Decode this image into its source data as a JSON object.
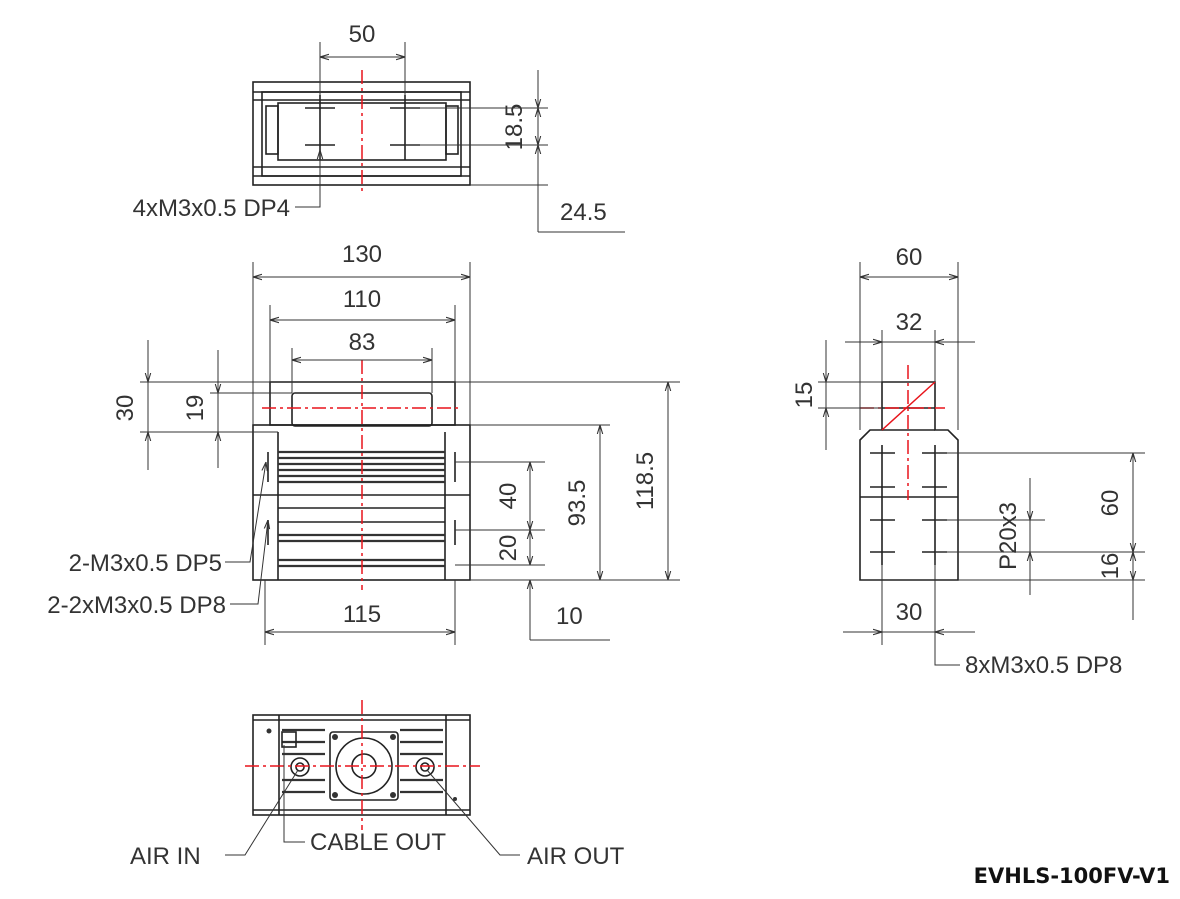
{
  "title": "EVHLS-100FV-V1",
  "top_view": {
    "dim_width": "50",
    "dim_height": "18.5",
    "dim_depth": "24.5",
    "hole_label": "4xM3x0.5 DP4"
  },
  "front_view": {
    "dim_130": "130",
    "dim_110": "110",
    "dim_83": "83",
    "dim_30": "30",
    "dim_19": "19",
    "dim_40": "40",
    "dim_20": "20",
    "dim_93_5": "93.5",
    "dim_118_5": "118.5",
    "dim_10": "10",
    "dim_115": "115",
    "hole_label_1": "2-M3x0.5 DP5",
    "hole_label_2": "2-2xM3x0.5 DP8"
  },
  "side_view": {
    "dim_60_top": "60",
    "dim_32": "32",
    "dim_15": "15",
    "dim_60_right": "60",
    "dim_pitch": "P20x3",
    "dim_16": "16",
    "dim_30": "30",
    "hole_label": "8xM3x0.5 DP8"
  },
  "bottom_view": {
    "air_in": "AIR IN",
    "cable_out": "CABLE OUT",
    "air_out": "AIR OUT"
  }
}
